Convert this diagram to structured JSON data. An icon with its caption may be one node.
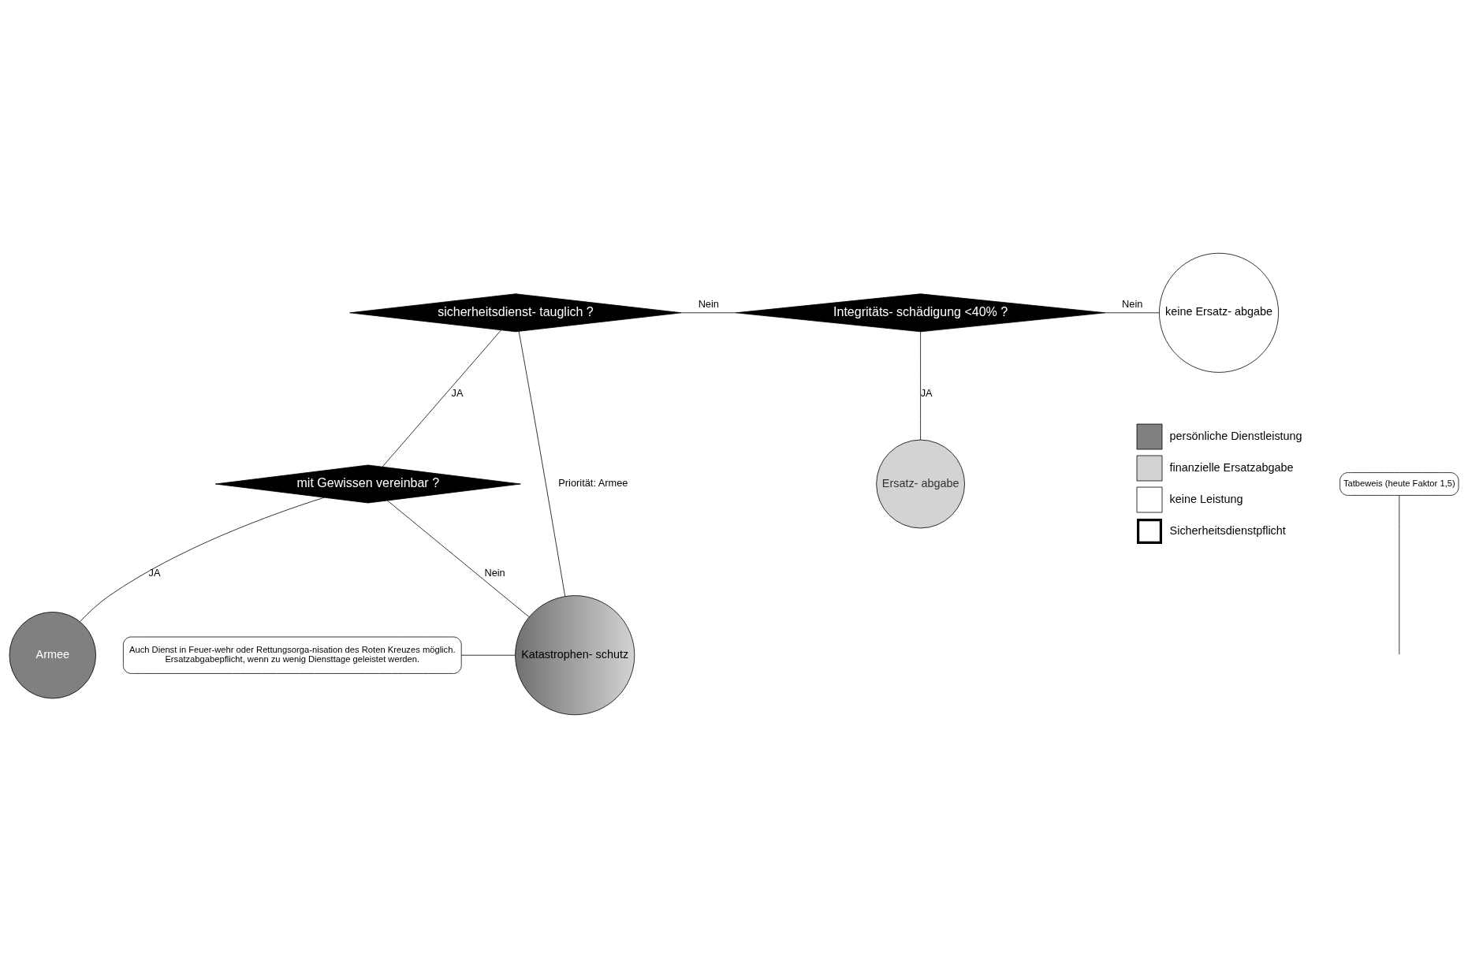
{
  "diagram": {
    "nodes": [
      {
        "text": [
          "sicherheitsdienst- tauglich ?"
        ]
      },
      {
        "text": [
          "Integritäts- schädigung <40% ?"
        ]
      },
      {
        "text": [
          "keine Ersatz- abgabe"
        ]
      },
      {
        "text": [
          "mit Gewissen vereinbar ?"
        ]
      },
      {
        "text": [
          "Ersatz- abgabe"
        ]
      },
      {
        "text": [
          "Tatbeweis (heute Faktor 1,5)"
        ]
      },
      {
        "text": [
          "Armee"
        ]
      },
      {
        "text": [
          "Katastrophen- schutz"
        ]
      },
      {
        "text": [
          "Auch Dienst in Feuer-wehr oder Rettungsorga-nisation des Roten Kreuzes möglich.",
          "Ersatzabgabepflicht, wenn zu wenig Diensttage geleistet werden."
        ]
      }
    ],
    "edges": [
      {
        "from": 0,
        "to": 1,
        "label": "Nein",
        "arrow": "none"
      },
      {
        "from": 1,
        "to": 2,
        "label": "Nein",
        "arrow": "none"
      },
      {
        "from": 1,
        "to": 4,
        "label": "JA",
        "arrow": "none"
      },
      {
        "from": 0,
        "to": 3,
        "label": "JA",
        "arrow": "none"
      },
      {
        "from": 0,
        "to": 7,
        "label": "Priorität: Armee",
        "arrow": "none"
      },
      {
        "from": 3,
        "to": 7,
        "label": "Nein",
        "arrow": "none"
      },
      {
        "from": 3,
        "to": 6,
        "label": "JA",
        "arrow": "none"
      },
      {
        "from": 5,
        "to": null,
        "arrow": "none"
      },
      {
        "from": 8,
        "to": 7,
        "arrow": "none"
      }
    ],
    "legend": [
      {
        "text": "persönliche Dienstleistung",
        "color": "#808080"
      },
      {
        "text": "finanzielle Ersatzabgabe",
        "color": "#d3d3d3"
      },
      {
        "text": "keine Leistung",
        "color": "#ffffff"
      },
      {
        "text": "Sicherheitsdienstpflicht"
      }
    ]
  }
}
